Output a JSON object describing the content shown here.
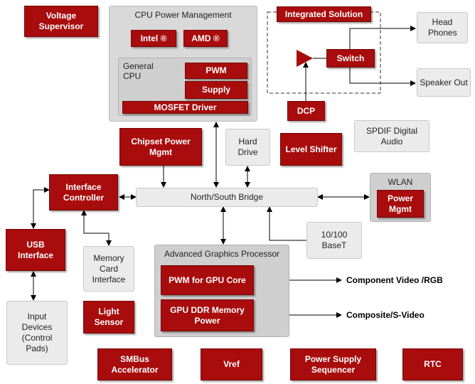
{
  "blocks": {
    "voltage_supervisor": "Voltage Supervisor",
    "cpu_power_management": "CPU Power Management",
    "intel": "Intel ®",
    "amd": "AMD ®",
    "general_cpu": "General CPU",
    "pwm": "PWM",
    "supply": "Supply",
    "mosfet_driver": "MOSFET Driver",
    "integrated_solution": "Integrated Solution",
    "switch": "Switch",
    "dcp": "DCP",
    "head_phones": "Head Phones",
    "speaker_out": "Speaker Out",
    "chipset_power_mgmt": "Chipset Power Mgmt",
    "hard_drive": "Hard Drive",
    "level_shifter": "Level Shifter",
    "spdif": "SPDIF Digital Audio",
    "interface_controller": "Interface Controller",
    "north_south_bridge": "North/South Bridge",
    "wlan": "WLAN",
    "power_mgmt": "Power Mgmt",
    "usb_interface": "USB Interface",
    "memory_card_interface": "Memory Card Interface",
    "advanced_graphics_processor": "Advanced Graphics Processor",
    "pwm_gpu_core": "PWM for GPU Core",
    "gpu_ddr_memory_power": "GPU DDR Memory Power",
    "component_video": "Component Video /RGB",
    "composite_video": "Composite/S-Video",
    "ethernet": "10/100 BaseT",
    "input_devices": "Input Devices (Control Pads)",
    "light_sensor": "Light Sensor",
    "smbus_accelerator": "SMBus Accelerator",
    "vref": "Vref",
    "power_supply_sequencer": "Power Supply Sequencer",
    "rtc": "RTC"
  },
  "colors": {
    "red": "#a80c0c",
    "grey": "#ebebeb",
    "dark_grey": "#cfcfcf",
    "line": "#000000"
  }
}
